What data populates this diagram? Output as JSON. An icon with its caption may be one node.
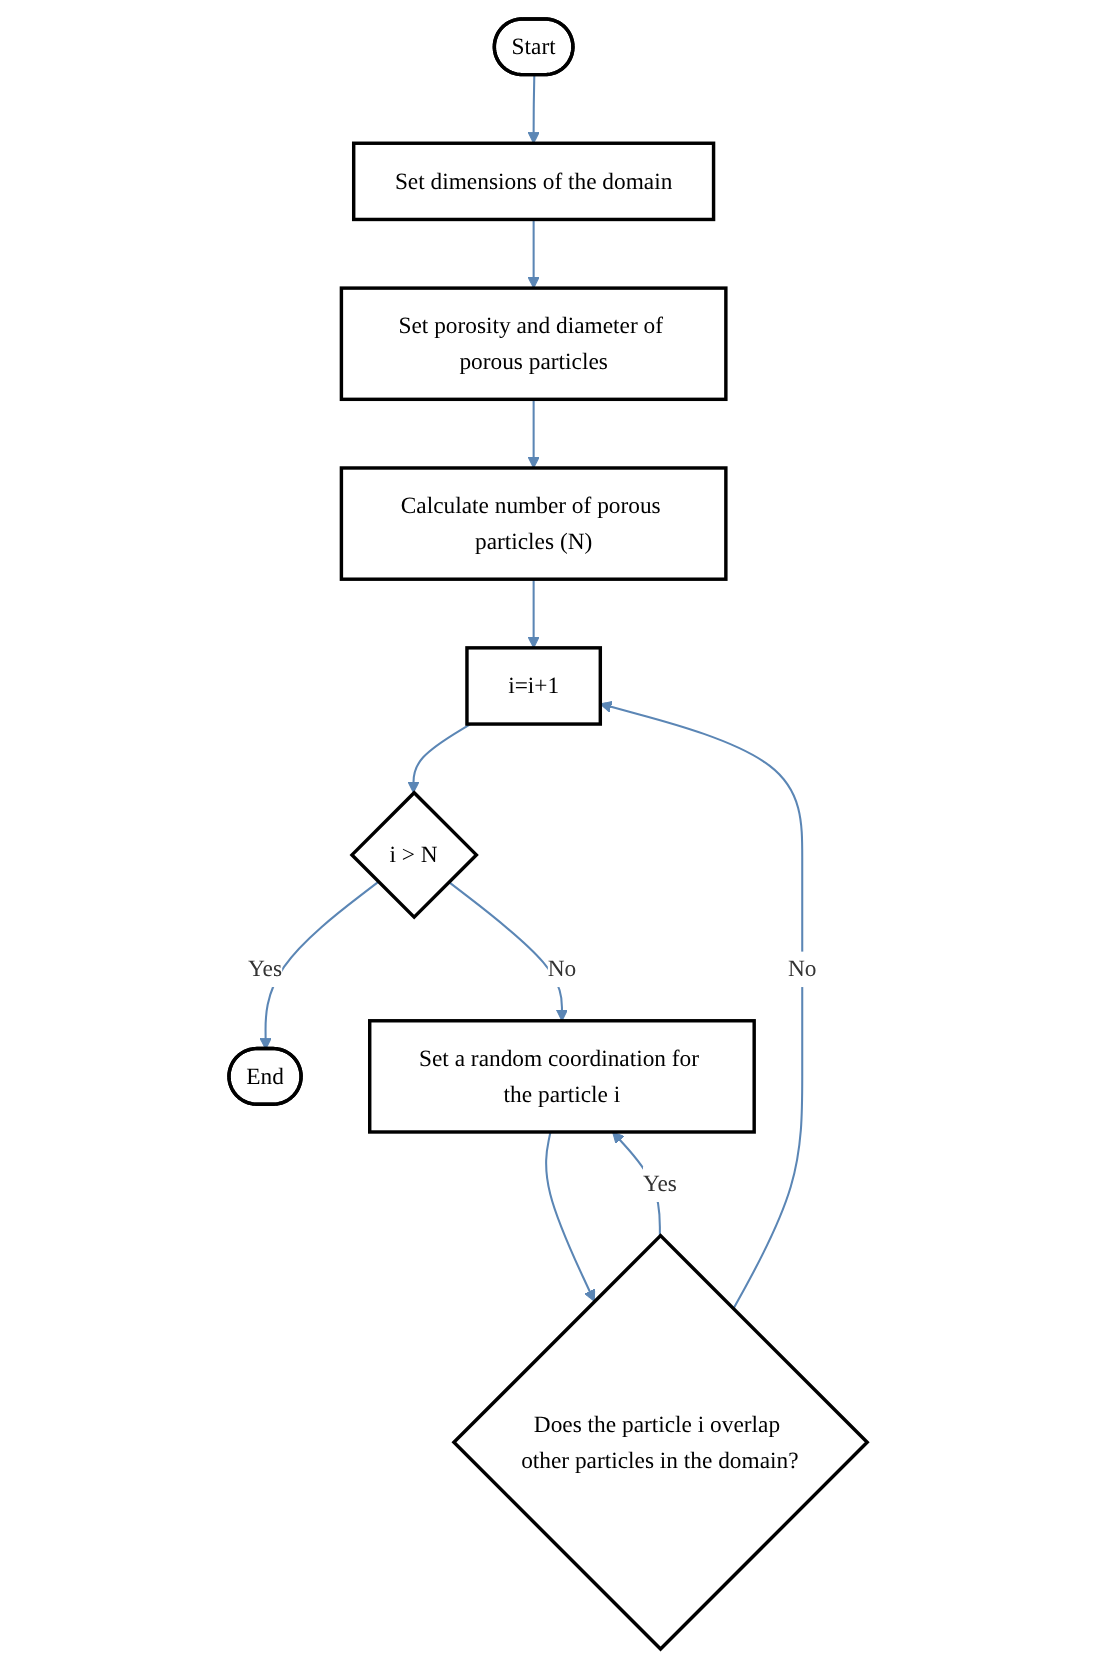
{
  "diagram": {
    "nodes": [
      {
        "text": [
          "Start"
        ]
      },
      {
        "text": [
          "Set dimensions of the domain"
        ]
      },
      {
        "text": [
          "Set porosity and diameter of porous particles"
        ]
      },
      {
        "text": [
          "Calculate number of porous particles (N)"
        ]
      },
      {
        "text": [
          "i=i+1"
        ]
      },
      {
        "text": [
          "i > N"
        ]
      },
      {
        "text": [
          "End"
        ]
      },
      {
        "text": [
          "Set a random coordination for the particle i"
        ]
      },
      {
        "text": [
          "Does the particle i overlap other particles in the domain?"
        ]
      }
    ],
    "edges": [
      {
        "from": 0,
        "to": 1,
        "arrow": "to"
      },
      {
        "from": 1,
        "to": 2,
        "arrow": "to"
      },
      {
        "from": 2,
        "to": 3,
        "arrow": "to"
      },
      {
        "from": 3,
        "to": 4,
        "arrow": "to"
      },
      {
        "from": 4,
        "to": 5,
        "arrow": "to"
      },
      {
        "from": 5,
        "to": 6,
        "arrow": "to",
        "label": "Yes"
      },
      {
        "from": 5,
        "to": 7,
        "arrow": "to",
        "label": "No"
      },
      {
        "from": 7,
        "to": 8,
        "arrow": "to"
      },
      {
        "from": 8,
        "to": 4,
        "arrow": "to",
        "label": "No"
      },
      {
        "from": 8,
        "to": 7,
        "arrow": "to",
        "label": "Yes"
      }
    ]
  }
}
